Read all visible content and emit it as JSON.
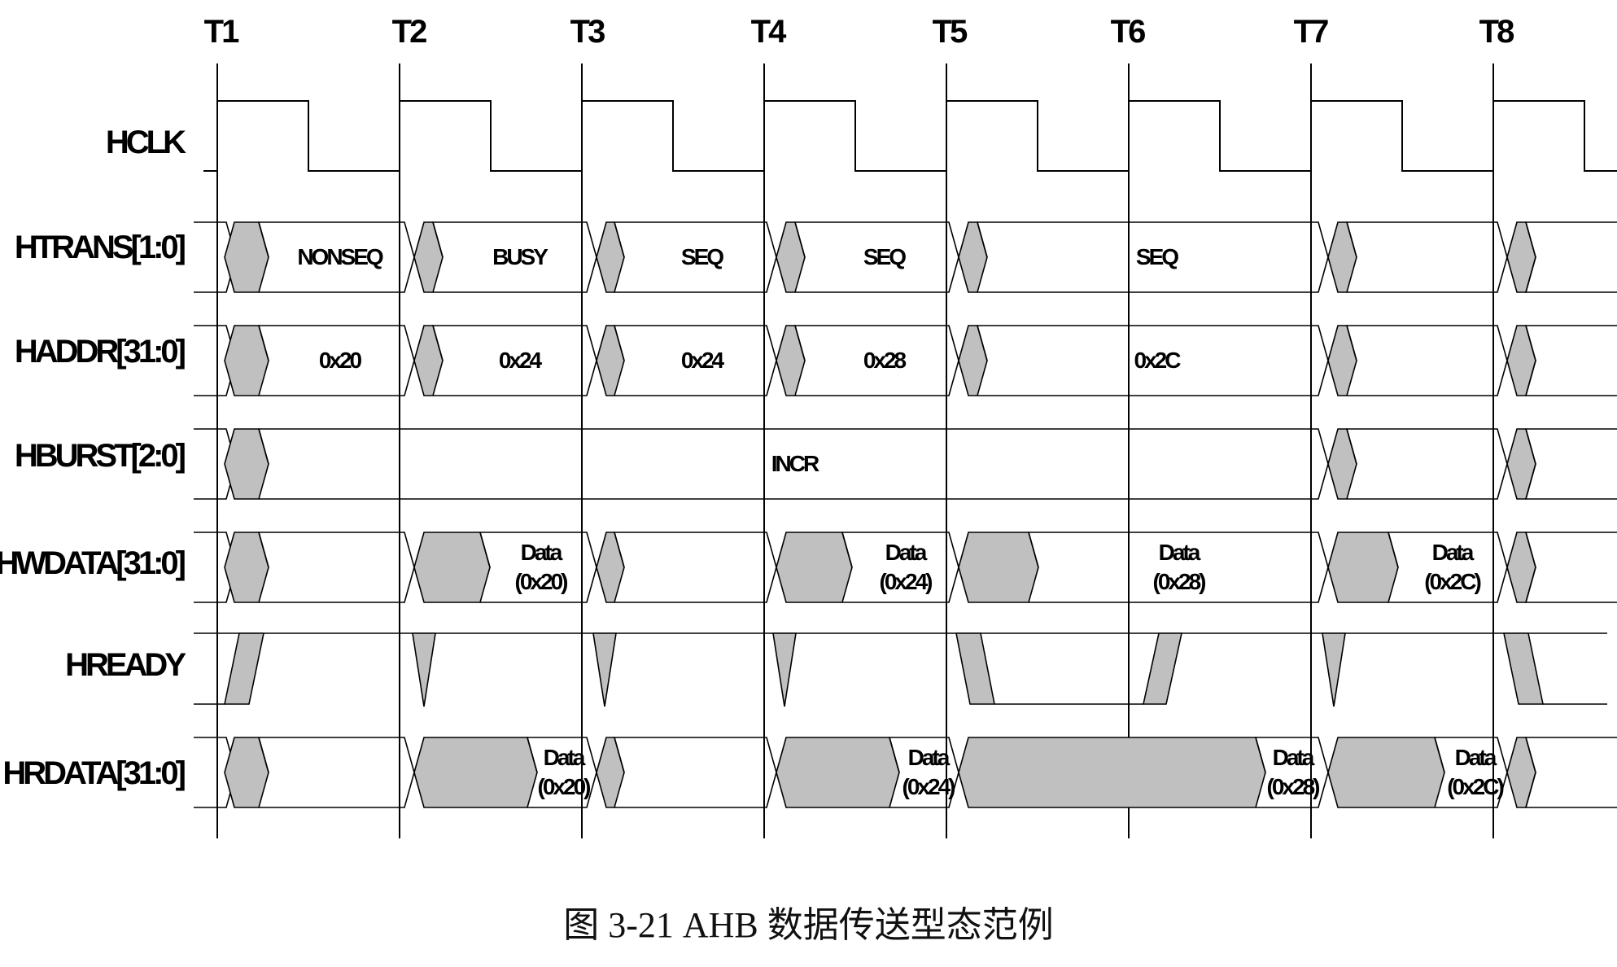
{
  "ticks": [
    "T1",
    "T2",
    "T3",
    "T4",
    "T5",
    "T6",
    "T7",
    "T8"
  ],
  "signals": {
    "hclk": "HCLK",
    "htrans": "HTRANS[1:0]",
    "haddr": "HADDR[31:0]",
    "hburst": "HBURST[2:0]",
    "hwdata": "HWDATA[31:0]",
    "hready": "HREADY",
    "hrdata": "HRDATA[31:0]"
  },
  "htrans_values": [
    "NONSEQ",
    "BUSY",
    "SEQ",
    "SEQ",
    "SEQ"
  ],
  "haddr_values": [
    "0x20",
    "0x24",
    "0x24",
    "0x28",
    "0x2C"
  ],
  "hburst_value": "INCR",
  "hwdata_values": [
    [
      "Data",
      "(0x20)"
    ],
    [
      "Data",
      "(0x24)"
    ],
    [
      "Data",
      "(0x28)"
    ],
    [
      "Data",
      "(0x2C)"
    ]
  ],
  "hrdata_values": [
    [
      "Data",
      "(0x20)"
    ],
    [
      "Data",
      "(0x24)"
    ],
    [
      "Data",
      "(0x28)"
    ],
    [
      "Data",
      "(0x2C)"
    ]
  ],
  "caption": "图 3-21 AHB 数据传送型态范例",
  "colors": {
    "line": "#000000",
    "fill": "#c0c0c0"
  }
}
